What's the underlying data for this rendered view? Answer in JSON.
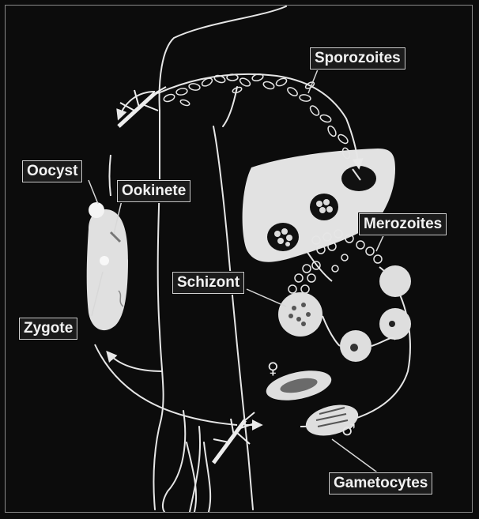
{
  "labels": {
    "sporozoites": "Sporozoites",
    "oocyst": "Oocyst",
    "ookinete": "Ookinete",
    "merozoites": "Merozoites",
    "schizont": "Schizont",
    "zygote": "Zygote",
    "gametocytes": "Gametocytes"
  },
  "symbols": {
    "female": "♀",
    "male": "♂"
  },
  "colors": {
    "background": "#0c0c0c",
    "line": "#e8e8e8",
    "organ_fill": "#e2e2e2",
    "label_box": "#1b1b1b"
  }
}
